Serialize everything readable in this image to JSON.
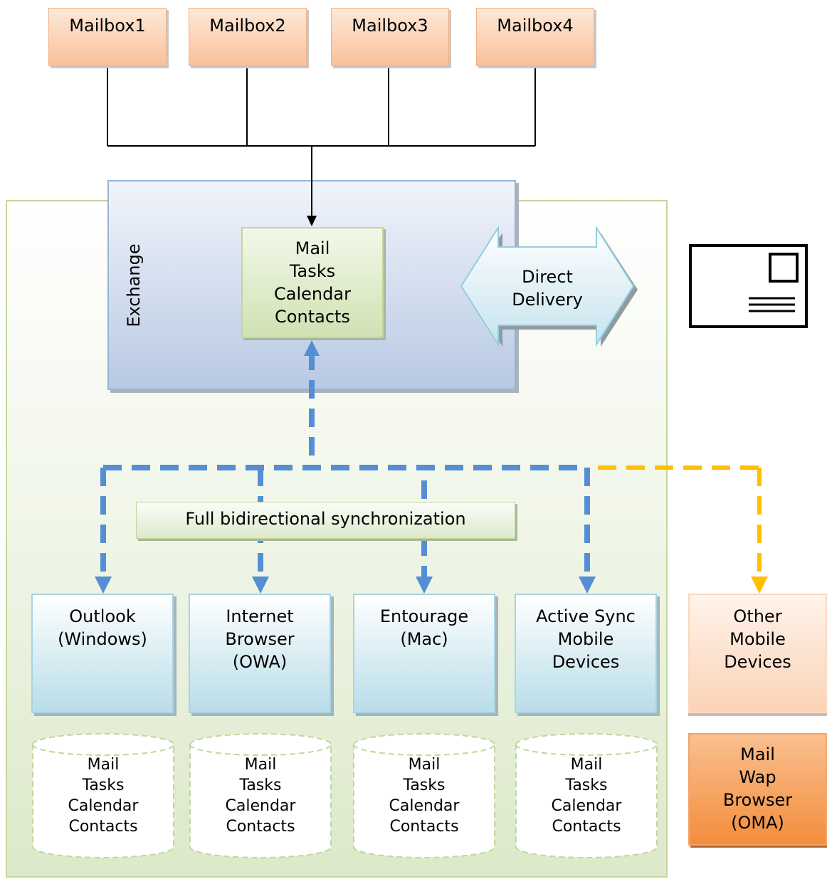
{
  "mailboxes": [
    "Mailbox1",
    "Mailbox2",
    "Mailbox3",
    "Mailbox4"
  ],
  "exchange": {
    "label": "Exchange",
    "store_lines": "Mail\nTasks\nCalendar\nContacts",
    "direct_delivery": "Direct\nDelivery"
  },
  "sync_label": "Full bidirectional synchronization",
  "clients": [
    {
      "label": "Outlook\n(Windows)",
      "store": "Mail\nTasks\nCalendar\nContacts"
    },
    {
      "label": "Internet\nBrowser\n(OWA)",
      "store": "Mail\nTasks\nCalendar\nContacts"
    },
    {
      "label": "Entourage\n(Mac)",
      "store": "Mail\nTasks\nCalendar\nContacts"
    },
    {
      "label": "Active Sync\nMobile\nDevices",
      "store": "Mail\nTasks\nCalendar\nContacts"
    }
  ],
  "other_devices": "Other\nMobile\nDevices",
  "oma": "Mail\nWap\nBrowser\n(OMA)",
  "colors": {
    "sync_arrow": "#558ed5",
    "other_arrow": "#ffc000",
    "region_border": "#c3d69b",
    "exchange_border": "#95b3d7"
  },
  "icons": [
    "envelope-icon"
  ]
}
